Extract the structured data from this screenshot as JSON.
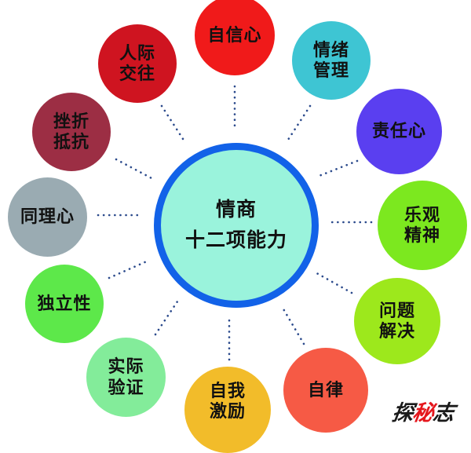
{
  "diagram": {
    "type": "radial-mind-map",
    "center": {
      "line1": "情商",
      "line2": "十二项能力",
      "fill": "#9af3dc",
      "border": "#1262e8"
    },
    "connector_color": "#2b4a8c",
    "nodes": [
      {
        "id": "confidence",
        "line1": "自信心",
        "line2": "",
        "color": "#f01a1a"
      },
      {
        "id": "emotion-management",
        "line1": "情绪",
        "line2": "管理",
        "color": "#3ec5d3"
      },
      {
        "id": "responsibility",
        "line1": "责任心",
        "line2": "",
        "color": "#5a3ff0"
      },
      {
        "id": "optimism",
        "line1": "乐观",
        "line2": "精神",
        "color": "#7ce81f"
      },
      {
        "id": "problem-solving",
        "line1": "问题",
        "line2": "解决",
        "color": "#9de81c"
      },
      {
        "id": "self-discipline",
        "line1": "自律",
        "line2": "",
        "color": "#f65a45"
      },
      {
        "id": "self-motivation",
        "line1": "自我",
        "line2": "激励",
        "color": "#f2bc2a"
      },
      {
        "id": "practical-verification",
        "line1": "实际",
        "line2": "验证",
        "color": "#83ec9a"
      },
      {
        "id": "independence",
        "line1": "独立性",
        "line2": "",
        "color": "#5de84a"
      },
      {
        "id": "empathy",
        "line1": "同理心",
        "line2": "",
        "color": "#9aabb2"
      },
      {
        "id": "frustration-resistance",
        "line1": "挫折",
        "line2": "抵抗",
        "color": "#9c2e44"
      },
      {
        "id": "interpersonal",
        "line1": "人际",
        "line2": "交往",
        "color": "#cf1420"
      }
    ]
  },
  "watermark": {
    "char1": "探",
    "char2": "秘",
    "char3": "志"
  }
}
